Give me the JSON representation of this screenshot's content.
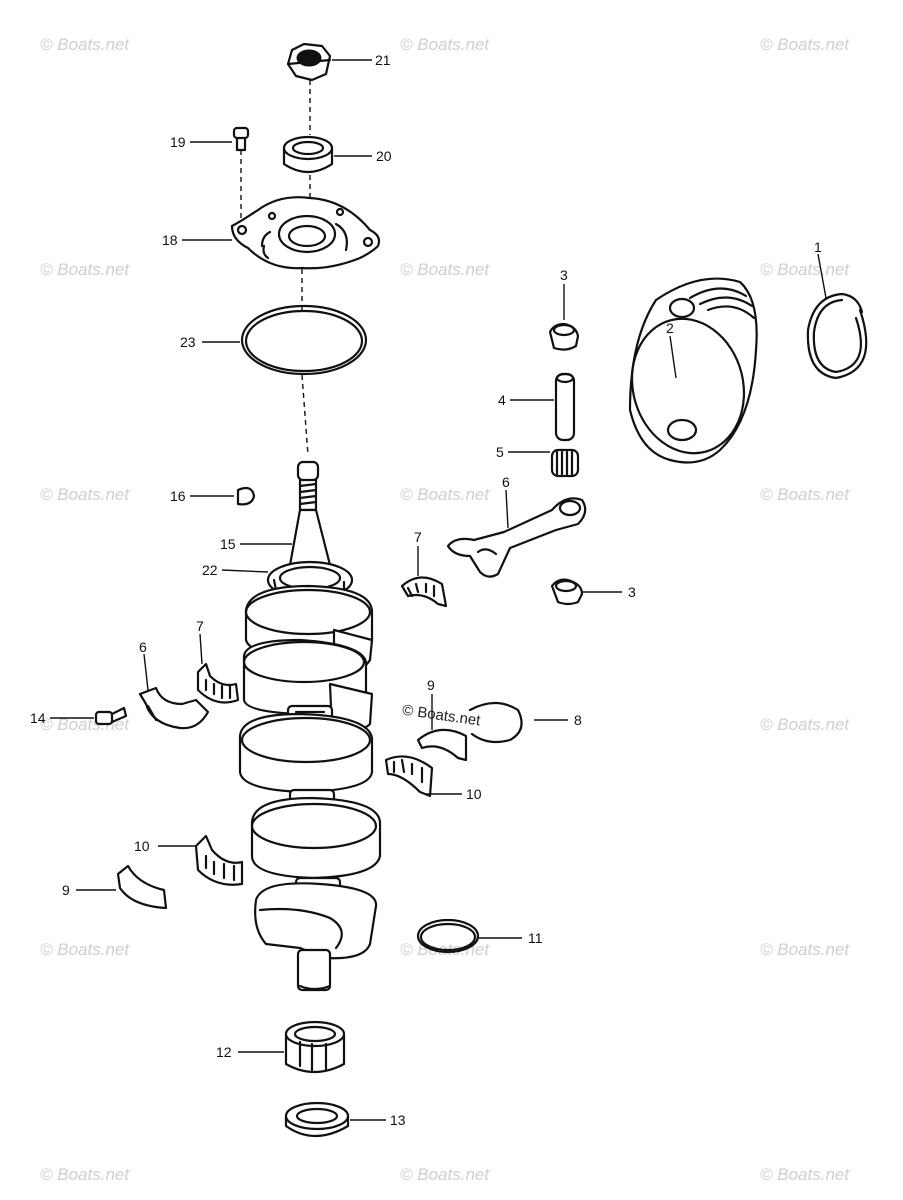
{
  "watermark": {
    "text": "© Boats.net",
    "center_text": "© Boats.net"
  },
  "callouts": {
    "c1": "1",
    "c2": "2",
    "c3a": "3",
    "c3b": "3",
    "c4": "4",
    "c5": "5",
    "c6a": "6",
    "c6b": "6",
    "c7a": "7",
    "c7b": "7",
    "c8": "8",
    "c9a": "9",
    "c9b": "9",
    "c10a": "10",
    "c10b": "10",
    "c11": "11",
    "c12": "12",
    "c13": "13",
    "c14": "14",
    "c15": "15",
    "c16": "16",
    "c18": "18",
    "c19": "19",
    "c20": "20",
    "c21": "21",
    "c22": "22",
    "c23": "23"
  }
}
